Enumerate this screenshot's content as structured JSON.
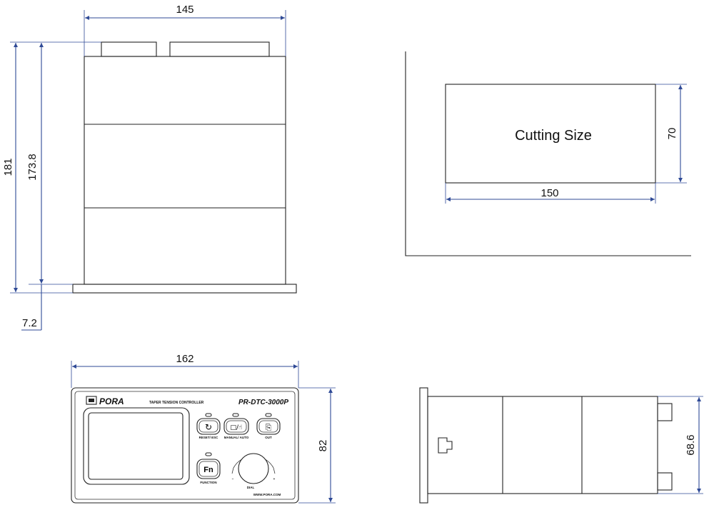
{
  "top_view": {
    "width_label": "145",
    "height_label": "181",
    "inner_height_label": "173.8",
    "flange_label": "7.2"
  },
  "cutout": {
    "caption": "Cutting Size",
    "width_label": "150",
    "height_label": "70"
  },
  "front_view": {
    "width_label": "162",
    "height_label": "82",
    "brand": "PORA",
    "title": "TAPER TENSION CONTROLLER",
    "model": "PR-DTC-3000P",
    "buttons": [
      {
        "label": "RESET/ ESC",
        "glyph": "↻"
      },
      {
        "label": "MANUAL/ AUTO",
        "glyph": "□/☝"
      },
      {
        "label": "OUT",
        "glyph": "⎘"
      },
      {
        "label": "FUNCTION",
        "glyph": "Fn"
      }
    ],
    "dial_label": "DIAL",
    "dial_minus": "−",
    "dial_plus": "+",
    "website": "WWW.PORA.COM"
  },
  "side_view": {
    "height_label": "68.6"
  }
}
